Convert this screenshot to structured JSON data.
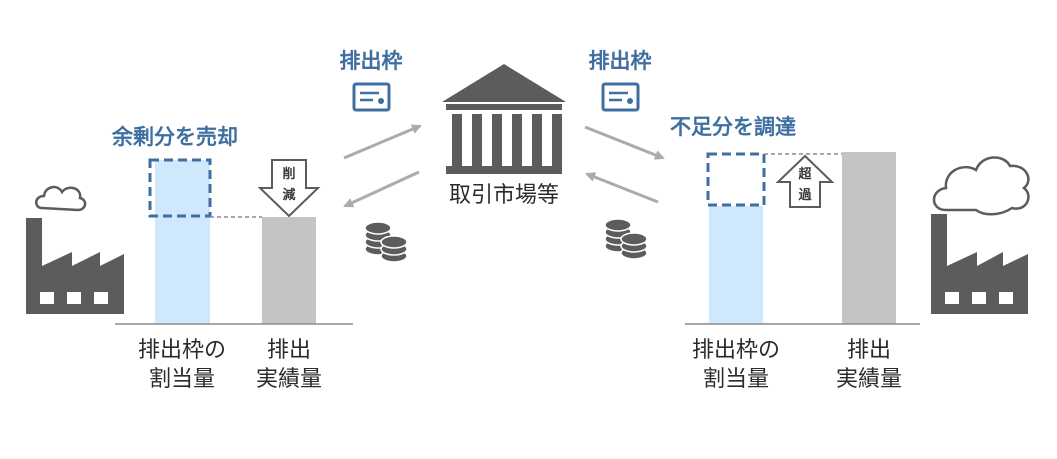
{
  "market": {
    "label": "取引市場等"
  },
  "left": {
    "flow_label": "排出枠",
    "status_label": "余剰分を売却",
    "reduction_chars": [
      "削",
      "減"
    ],
    "bar_labels": {
      "allocation": [
        "排出枠の",
        "割当量"
      ],
      "actual": [
        "排出",
        "実績量"
      ]
    }
  },
  "right": {
    "flow_label": "排出枠",
    "status_label": "不足分を調達",
    "excess_chars": [
      "超",
      "過"
    ],
    "bar_labels": {
      "allocation": [
        "排出枠の",
        "割当量"
      ],
      "actual": [
        "排出",
        "実績量"
      ]
    }
  },
  "colors": {
    "accent_blue": "#3f6fa0",
    "allocation_bar": "#cfe8fb",
    "actual_bar": "#c4c4c4",
    "icon_gray": "#5c5c5c",
    "arrow_gray": "#ababab"
  },
  "icons": [
    "factory-icon",
    "cloud-icon",
    "bank-icon",
    "certificate-icon",
    "coins-icon"
  ]
}
